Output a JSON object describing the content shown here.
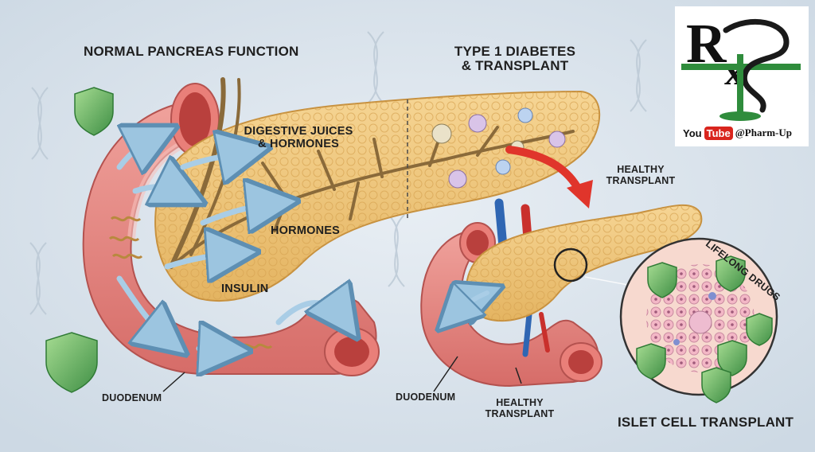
{
  "titles": {
    "left": "NORMAL PANCREAS FUNCTION",
    "right_line1": "TYPE 1 DIABETES",
    "right_line2": "& TRANSPLANT"
  },
  "labels": {
    "digestive_line1": "DIGESTIVE JUICES",
    "digestive_line2": "& HORMONES",
    "hormones": "HORMONES",
    "insulin": "INSULIN",
    "duodenum_left": "DUODENUM",
    "healthy_transplant_top_line1": "HEALTHY",
    "healthy_transplant_top_line2": "TRANSPLANT",
    "duodenum_right": "DUODENUM",
    "healthy_transplant_bottom_line1": "HEALTHY",
    "healthy_transplant_bottom_line2": "TRANSPLANT",
    "lifelong_drugs": "LIFELONG DRUGS",
    "islet_cell_transplant": "ISLET CELL TRANSPLANT"
  },
  "logo": {
    "symbol": "Rx",
    "you": "You",
    "tube": "Tube",
    "handle": "@Pharm-Up"
  },
  "icons": [
    "shield-icon",
    "dna-icon",
    "arrow-icon",
    "rx-logo-icon",
    "youtube-icon"
  ],
  "colors": {
    "background": "#d9e3ec",
    "intestine": "#e58a86",
    "pancreas": "#f0c77a",
    "arrow_blue": "#a9cde6",
    "arrow_red": "#e0352b",
    "shield_green": "#5fae5a",
    "vessel_blue": "#2f66b3",
    "vessel_red": "#c9302c"
  }
}
